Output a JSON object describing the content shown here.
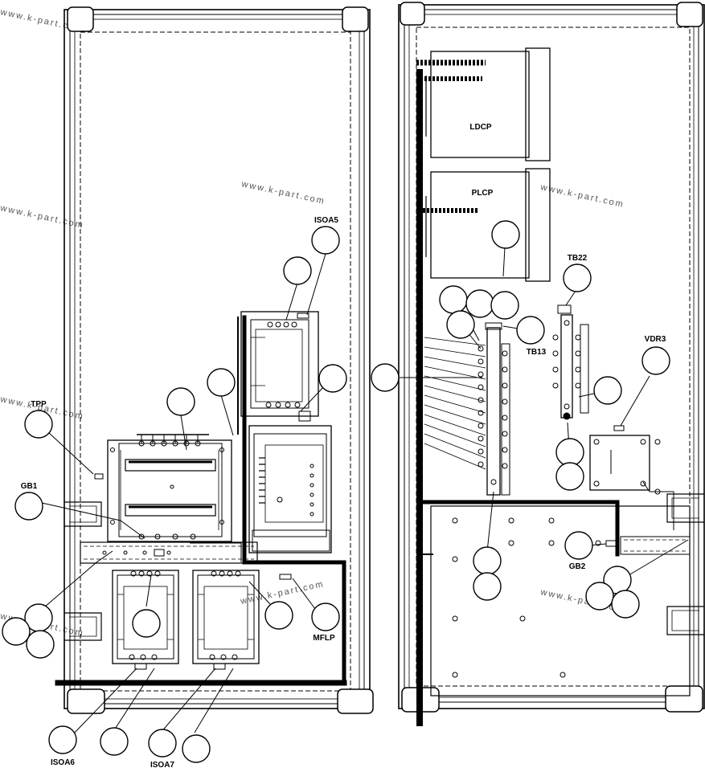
{
  "labels": {
    "isoa5": "ISOA5",
    "tpp": "TPP",
    "gb1": "GB1",
    "mflp": "MFLP",
    "isoa6": "ISOA6",
    "isoa7": "ISOA7",
    "ldcp": "LDCP",
    "plcp": "PLCP",
    "tb22": "TB22",
    "tb13": "TB13",
    "vdr3": "VDR3",
    "gb2": "GB2"
  },
  "watermark": "www.k-part.com",
  "colors": {
    "line": "#000000",
    "background": "#ffffff"
  }
}
